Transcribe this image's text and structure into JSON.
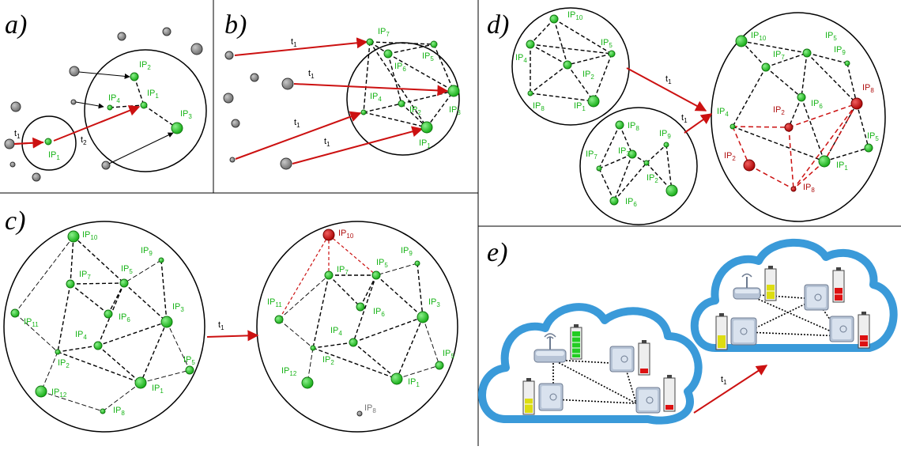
{
  "panels": {
    "a": {
      "label": "a)"
    },
    "b": {
      "label": "b)"
    },
    "c": {
      "label": "c)"
    },
    "d": {
      "label": "d)"
    },
    "e": {
      "label": "e)"
    }
  },
  "time": {
    "base": "t",
    "sub1": "1",
    "sub2": "2"
  },
  "node_prefix": "IP",
  "colors": {
    "node_green": "#22cc22",
    "node_red": "#cc1111",
    "node_gray": "#808080",
    "arrow": "#cc1111",
    "label_green": "#19b419",
    "cloud_outline": "#3a9ad9"
  },
  "icons": {
    "server": "server-icon",
    "router": "wifi-router-icon",
    "battery": "battery-icon"
  }
}
